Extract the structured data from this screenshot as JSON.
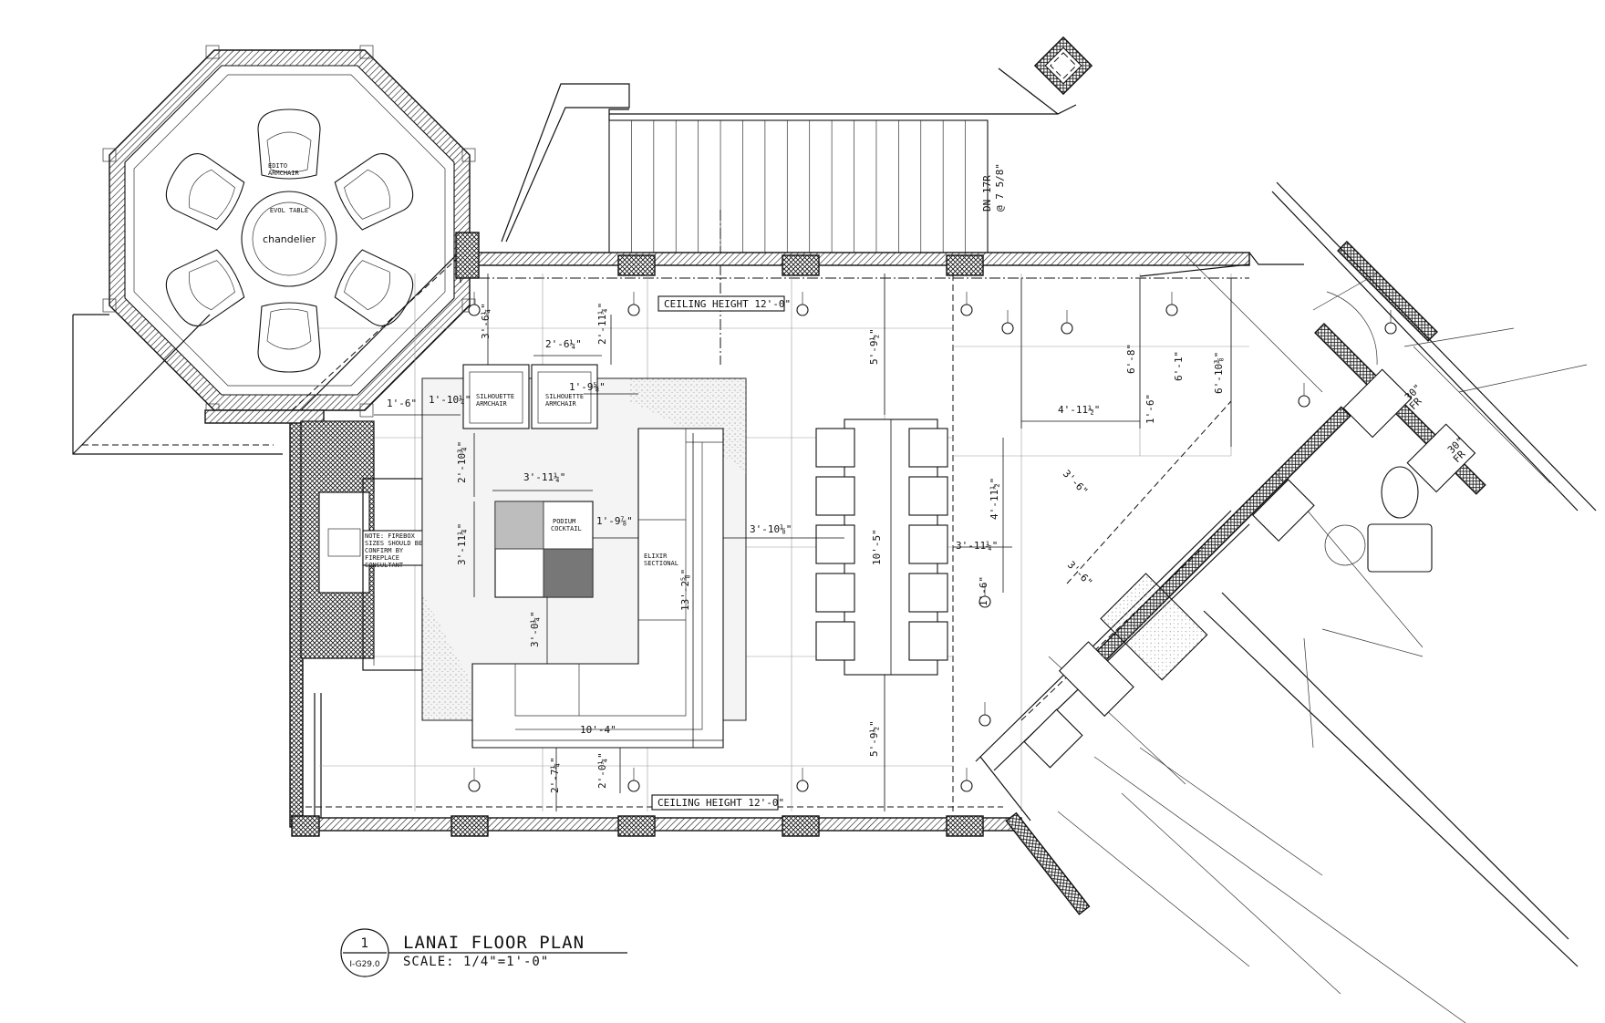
{
  "title": {
    "number": "1",
    "sheet": "I-G29.0",
    "name": "LANAI FLOOR PLAN",
    "scale": "SCALE: 1/4\"=1'-0\""
  },
  "labels": {
    "ceiling_top": "CEILING HEIGHT 12'-0\"",
    "ceiling_bottom": "CEILING HEIGHT 12'-0\"",
    "stair_note_1": "DN 17R",
    "stair_note_2": "@ 7 5/8\"",
    "chandelier": "chandelier",
    "evol_table": "EVOL TABLE",
    "edito_armchair_1": "EDITO",
    "edito_armchair_2": "ARMCHAIR",
    "silhouette_1a": "SILHOUETTE",
    "silhouette_1b": "ARMCHAIR",
    "silhouette_2a": "SILHOUETTE",
    "silhouette_2b": "ARMCHAIR",
    "podium_1": "PODIUM",
    "podium_2": "COCKTAIL",
    "elixir_1": "ELIXIR",
    "elixir_2": "SECTIONAL",
    "firebox_1": "NOTE: FIREBOX",
    "firebox_2": "SIZES SHOULD BE",
    "firebox_3": "CONFIRM BY",
    "firebox_4": "FIREPLACE",
    "firebox_5": "CONSULTANT",
    "fr_1": "30\"",
    "fr_1b": "FR",
    "fr_2": "30\"",
    "fr_2b": "FR"
  },
  "dimensions": {
    "d1": "3'-6¼\"",
    "d2": "2'-6¼\"",
    "d3": "2'-11¼\"",
    "d4": "1'-6\"",
    "d5": "1'-10¼\"",
    "d6": "1'-9⅝\"",
    "d7": "2'-10¾\"",
    "d8": "3'-11¼\"",
    "d9": "1'-9⅞\"",
    "d10": "3'-11¼\"",
    "d11": "3'-0¼\"",
    "d12": "13'-2⅝\"",
    "d13": "3'-10⅛\"",
    "d14": "10'-5\"",
    "d15": "5'-9½\"",
    "d16": "5'-9½\"",
    "d17": "10'-4\"",
    "d18": "2'-7¼\"",
    "d19": "2'-0¼\"",
    "d20": "6'-8\"",
    "d21": "6'-1\"",
    "d22": "6'-10⅜\"",
    "d23": "4'-11½\"",
    "d24": "4'-11½\"",
    "d25": "3'-11¼\"",
    "d26": "3'-6\"",
    "d27": "3'-6\"",
    "d28": "1'-6\"",
    "d29": "1'-6\""
  }
}
